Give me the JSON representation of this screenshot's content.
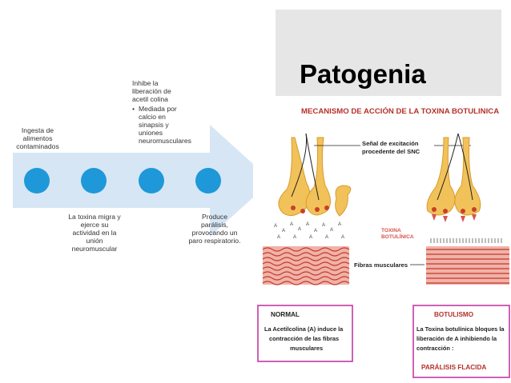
{
  "slide": {
    "title": "Patogenia",
    "steps": [
      {
        "text": "Ingesta de alimentos contaminados"
      },
      {
        "text": "La toxina migra y ejerce su actividad en la unión neuromuscular"
      },
      {
        "text": "Inhibe la liberación de acetil colina",
        "bullet": "•",
        "subtext": "Mediada por calcio en sinapsis y uniones neuromusculares"
      },
      {
        "text": "Produce parálisis, provocando un paro respiratorio."
      }
    ]
  },
  "figure": {
    "title": "MECANISMO DE ACCIÓN DE LA TOXINA BOTULINICA",
    "signal_label_1": "Señal de excitación",
    "signal_label_2": "procedente del SNC",
    "toxin_label_1": "TOXINA",
    "toxin_label_2": "BOTULÍNICA",
    "muscle_label": "Fibras musculares",
    "normal": {
      "heading": "NORMAL",
      "line1": "La Acetilcolina (A)  induce la",
      "line2": "contracción de las fibras",
      "line3": "musculares"
    },
    "botulismo": {
      "heading": "BOTULISMO",
      "line1": "La Toxina botulínica bloques la",
      "line2": "liberación de A inhibiendo la",
      "line3": "contracción :",
      "line4": "PARÁLISIS FLACIDA"
    },
    "colors": {
      "heading": "#b5302a",
      "neuron": "#f2c25a",
      "muscle": "#d9534f",
      "box_border": "#c23aa5",
      "toxin": "#d9534f"
    }
  }
}
